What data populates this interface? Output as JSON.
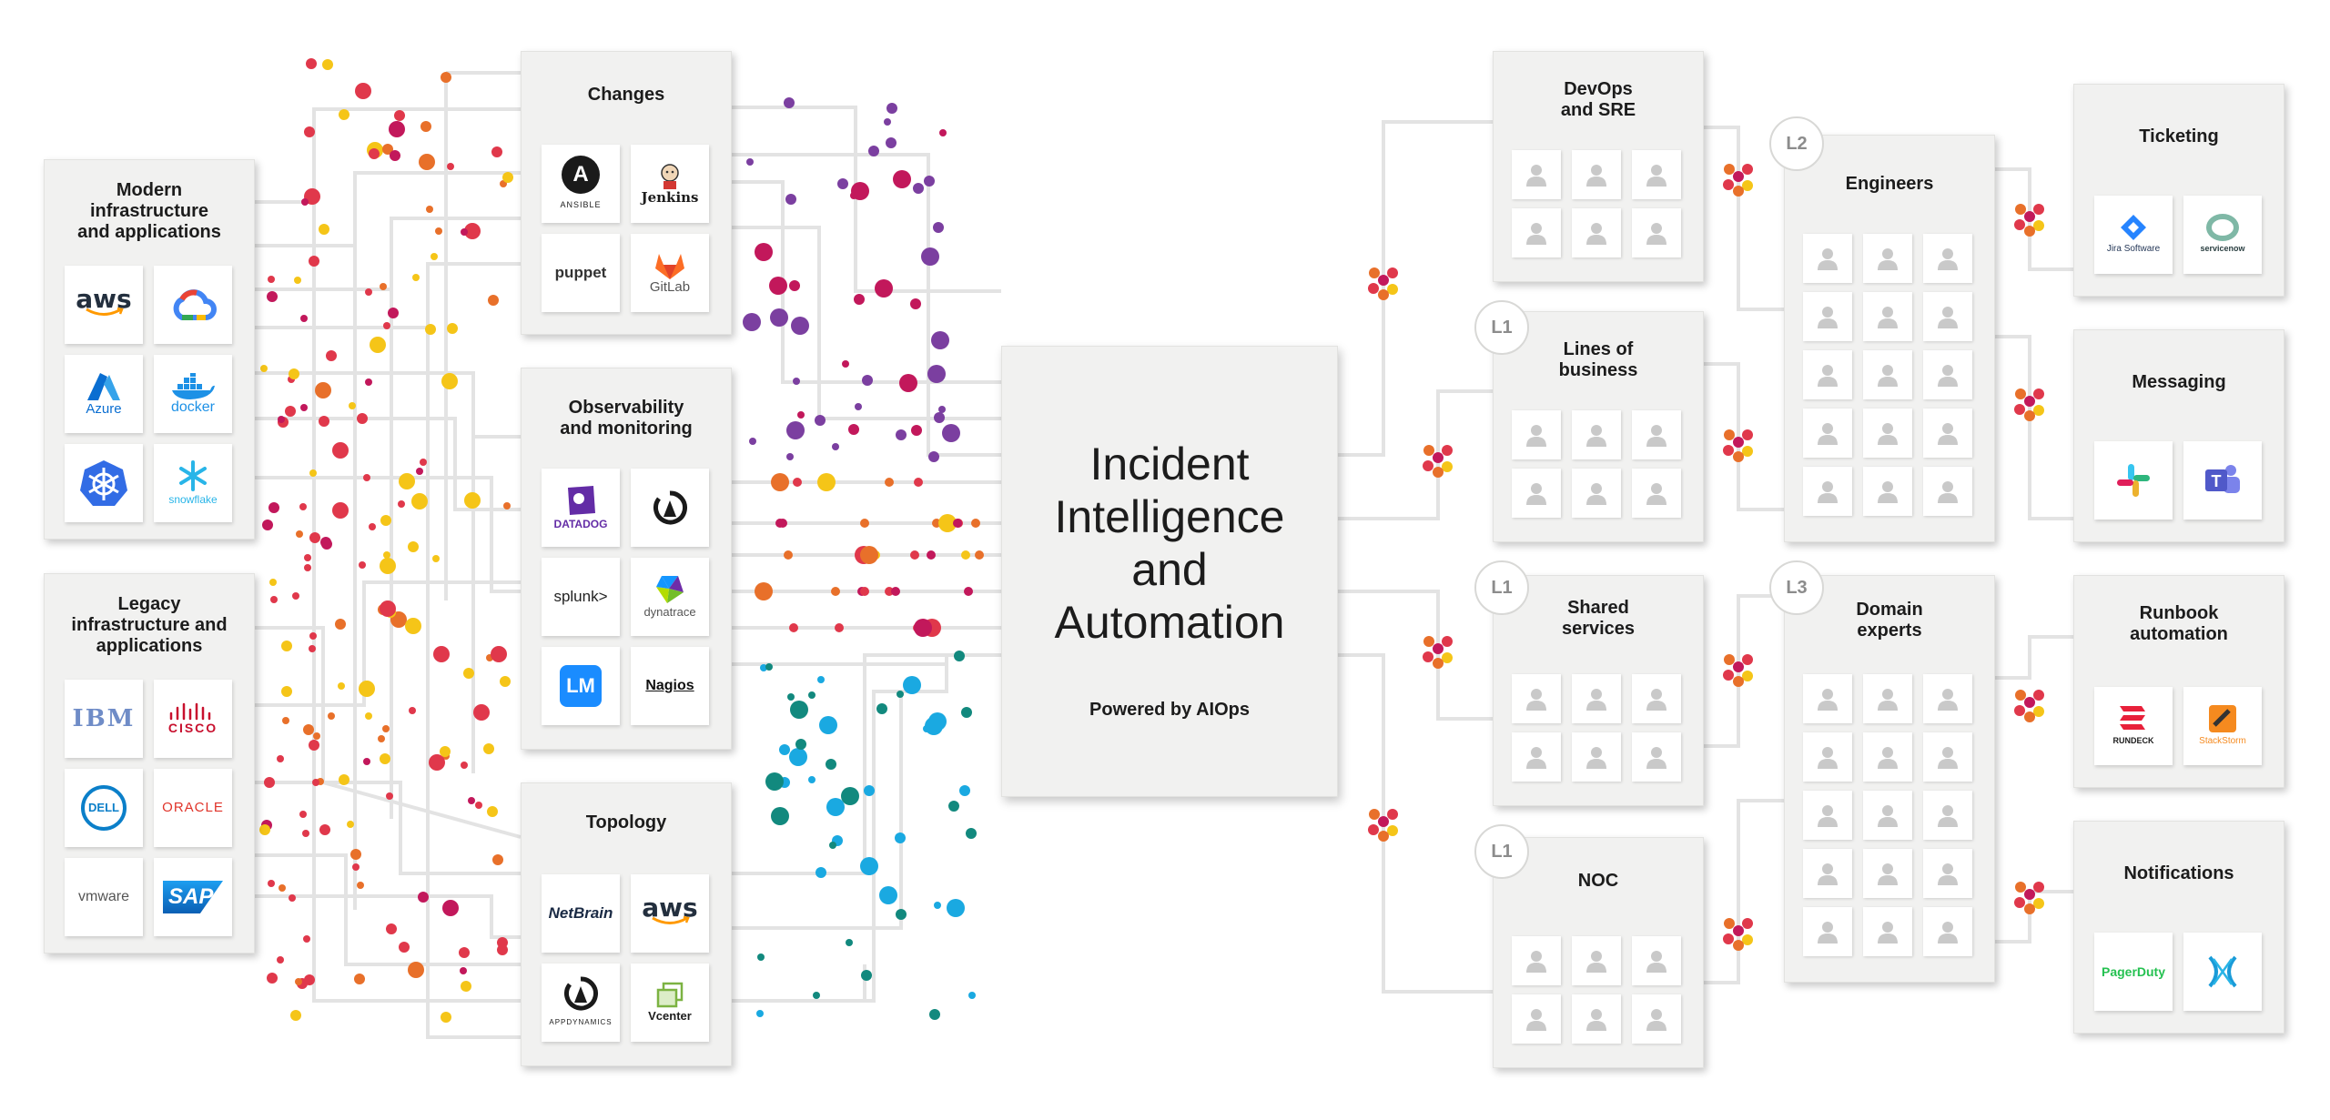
{
  "hub": {
    "title": "Incident\nIntelligence\nand\nAutomation",
    "subtitle": "Powered by AIOps"
  },
  "sources": {
    "modern": {
      "title": "Modern\ninfrastructure\nand applications",
      "tools": [
        "aws",
        "Google Cloud",
        "Azure",
        "docker",
        "Kubernetes",
        "snowflake"
      ]
    },
    "legacy": {
      "title": "Legacy\ninfrastructure and\napplications",
      "tools": [
        "IBM",
        "CISCO",
        "DELL",
        "ORACLE",
        "vmware",
        "SAP"
      ]
    }
  },
  "inputs": {
    "changes": {
      "title": "Changes",
      "tools": [
        "ANSIBLE",
        "Jenkins",
        "puppet",
        "GitLab"
      ]
    },
    "observability": {
      "title": "Observability\nand monitoring",
      "tools": [
        "DATADOG",
        "AppDynamics",
        "splunk>",
        "dynatrace",
        "LM",
        "Nagios"
      ]
    },
    "topology": {
      "title": "Topology",
      "tools": [
        "NetBrain",
        "aws",
        "APPDYNAMICS",
        "Vcenter"
      ]
    }
  },
  "teams": {
    "devops": {
      "title": "DevOps\nand SRE",
      "badge": ""
    },
    "lob": {
      "title": "Lines of\nbusiness",
      "badge": "L1"
    },
    "shared": {
      "title": "Shared\nservices",
      "badge": "L1"
    },
    "noc": {
      "title": "NOC",
      "badge": "L1"
    },
    "engineers": {
      "title": "Engineers",
      "badge": "L2"
    },
    "domain": {
      "title": "Domain\nexperts",
      "badge": "L3"
    }
  },
  "outputs": {
    "ticketing": {
      "title": "Ticketing",
      "tools": [
        "Jira Software",
        "servicenow"
      ]
    },
    "messaging": {
      "title": "Messaging",
      "tools": [
        "Slack",
        "Teams"
      ]
    },
    "runbook": {
      "title": "Runbook\nautomation",
      "tools": [
        "RUNDECK",
        "StackStorm"
      ]
    },
    "notifications": {
      "title": "Notifications",
      "tools": [
        "PagerDuty",
        "xMatters"
      ]
    }
  },
  "colors": {
    "purple": "#7b3fa0",
    "magenta": "#c2185b",
    "orange": "#e8702a",
    "yellow": "#f5c518",
    "red": "#e0384b",
    "teal": "#12897e",
    "cyan": "#1aa9e1",
    "wire": "#dedede"
  }
}
